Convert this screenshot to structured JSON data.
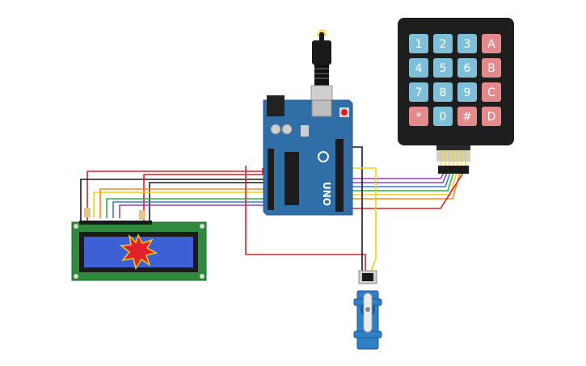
{
  "keypad": {
    "keys": [
      {
        "label": "1",
        "kind": "num"
      },
      {
        "label": "2",
        "kind": "num"
      },
      {
        "label": "3",
        "kind": "num"
      },
      {
        "label": "A",
        "kind": "letter"
      },
      {
        "label": "4",
        "kind": "num"
      },
      {
        "label": "5",
        "kind": "num"
      },
      {
        "label": "6",
        "kind": "num"
      },
      {
        "label": "B",
        "kind": "letter"
      },
      {
        "label": "7",
        "kind": "num"
      },
      {
        "label": "8",
        "kind": "num"
      },
      {
        "label": "9",
        "kind": "num"
      },
      {
        "label": "C",
        "kind": "letter"
      },
      {
        "label": "*",
        "kind": "letter"
      },
      {
        "label": "0",
        "kind": "num"
      },
      {
        "label": "#",
        "kind": "letter"
      },
      {
        "label": "D",
        "kind": "letter"
      }
    ],
    "num_color": "#7fbfd8",
    "letter_color": "#e58a8c",
    "body_color": "#1e1e1e"
  },
  "arduino": {
    "logo_text": "UNO",
    "board_color": "#2f6ea6"
  },
  "lcd": {
    "board_color": "#2f8a3e",
    "screen_color": "#3d61d4"
  },
  "colors": {
    "wire_red": "#d9202a",
    "wire_black": "#1a1a1a",
    "wire_yellow": "#f2d10c",
    "wire_orange": "#f08a1c",
    "wire_green": "#2bb34a",
    "wire_blue": "#2f7fd8",
    "wire_purple": "#9a3fc4",
    "servo_color": "#2f7fc8"
  }
}
